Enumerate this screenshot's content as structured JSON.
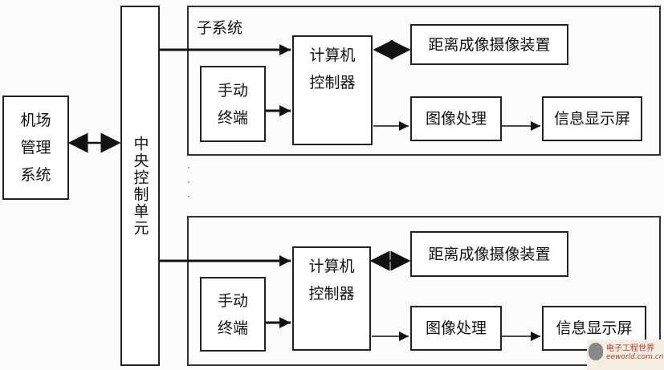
{
  "airport": {
    "label": "机场\n管理\n系统"
  },
  "central": {
    "label": "中央控制单元"
  },
  "subsystems": [
    {
      "title": "子系统",
      "computer": "计算机\n控制器",
      "manual": "手动\n终端",
      "camera": "距离成像摄像装置",
      "image": "图像处理",
      "display": "信息显示屏"
    },
    {
      "title": "",
      "computer": "计算机\n控制器",
      "manual": "手动\n终端",
      "camera": "距离成像摄像装置",
      "image": "图像处理",
      "display": "信息显示屏"
    }
  ],
  "ellipsis": "·\n·\n·",
  "watermark": {
    "cn": "电子工程世界",
    "en": "eeworld.com.cn"
  }
}
